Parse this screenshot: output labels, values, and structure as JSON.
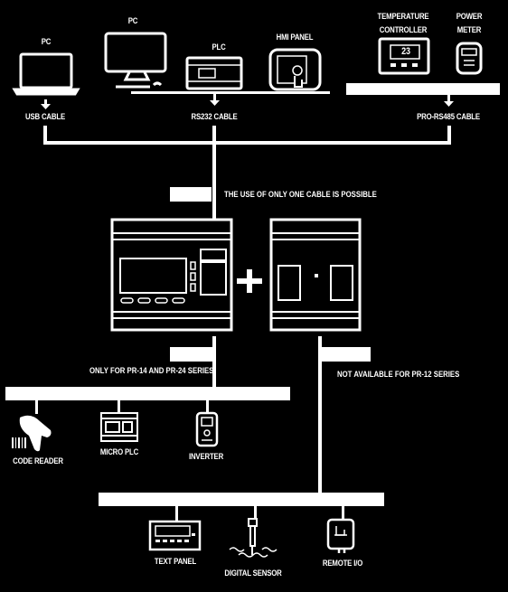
{
  "top_devices": {
    "pc_laptop": "PC",
    "pc_desktop": "PC",
    "plc": "PLC",
    "hmi": "HMI PANEL",
    "temp_controller_line1": "TEMPERATURE",
    "temp_controller_line2": "CONTROLLER",
    "temp_value": "23",
    "power_meter_line1": "POWER",
    "power_meter_line2": "METER"
  },
  "cables": {
    "usb": "USB CABLE",
    "rs232": "RS232 CABLE",
    "rs485": "PRO-RS485 CABLE"
  },
  "notes": {
    "one_cable": "THE USE OF ONLY ONE CABLE IS POSSIBLE",
    "only_pr": "ONLY FOR PR-14 AND PR-24 SERIES",
    "not_available": "NOT AVAILABLE FOR PR-12 SERIES"
  },
  "middle_devices": {
    "code_reader": "CODE READER",
    "micro_plc": "MICRO PLC",
    "inverter": "INVERTER"
  },
  "bottom_devices": {
    "text_panel": "TEXT PANEL",
    "digital_sensor": "DIGITAL SENSOR",
    "remote_io": "REMOTE I/O"
  },
  "colors": {
    "background": "#000000",
    "foreground": "#ffffff"
  }
}
